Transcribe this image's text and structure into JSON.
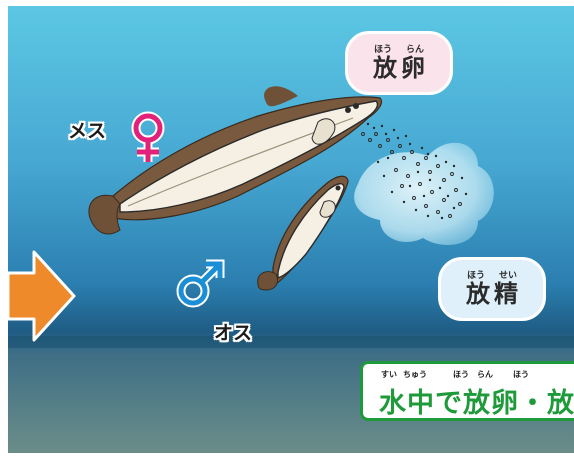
{
  "badges": {
    "spawning": {
      "ruby": [
        "ほう",
        "らん"
      ],
      "text": [
        "放",
        "卵"
      ],
      "color": "#fbe3ec"
    },
    "milt": {
      "ruby": [
        "ほう",
        "せい"
      ],
      "text": [
        "放",
        "精"
      ],
      "color": "#dff0fb"
    }
  },
  "labels": {
    "female": "メス",
    "male": "オス"
  },
  "symbols": {
    "female": {
      "icon": "female-symbol-icon",
      "color": "#e2227a"
    },
    "male": {
      "icon": "male-symbol-icon",
      "color": "#1a8fd6"
    }
  },
  "caption": {
    "ruby": [
      "すい",
      "ちゅう",
      "ほう",
      "らん",
      "ほう"
    ],
    "text": "水中で放卵・放精",
    "border_color": "#1f9a3a"
  },
  "arrow": {
    "icon": "right-arrow-icon",
    "color": "#ee8a2a"
  },
  "colors": {
    "water_top": "#5cc6e3",
    "water_mid": "#2f8ab7",
    "water_deep": "#21597e",
    "seabed": "#5f7f80"
  }
}
